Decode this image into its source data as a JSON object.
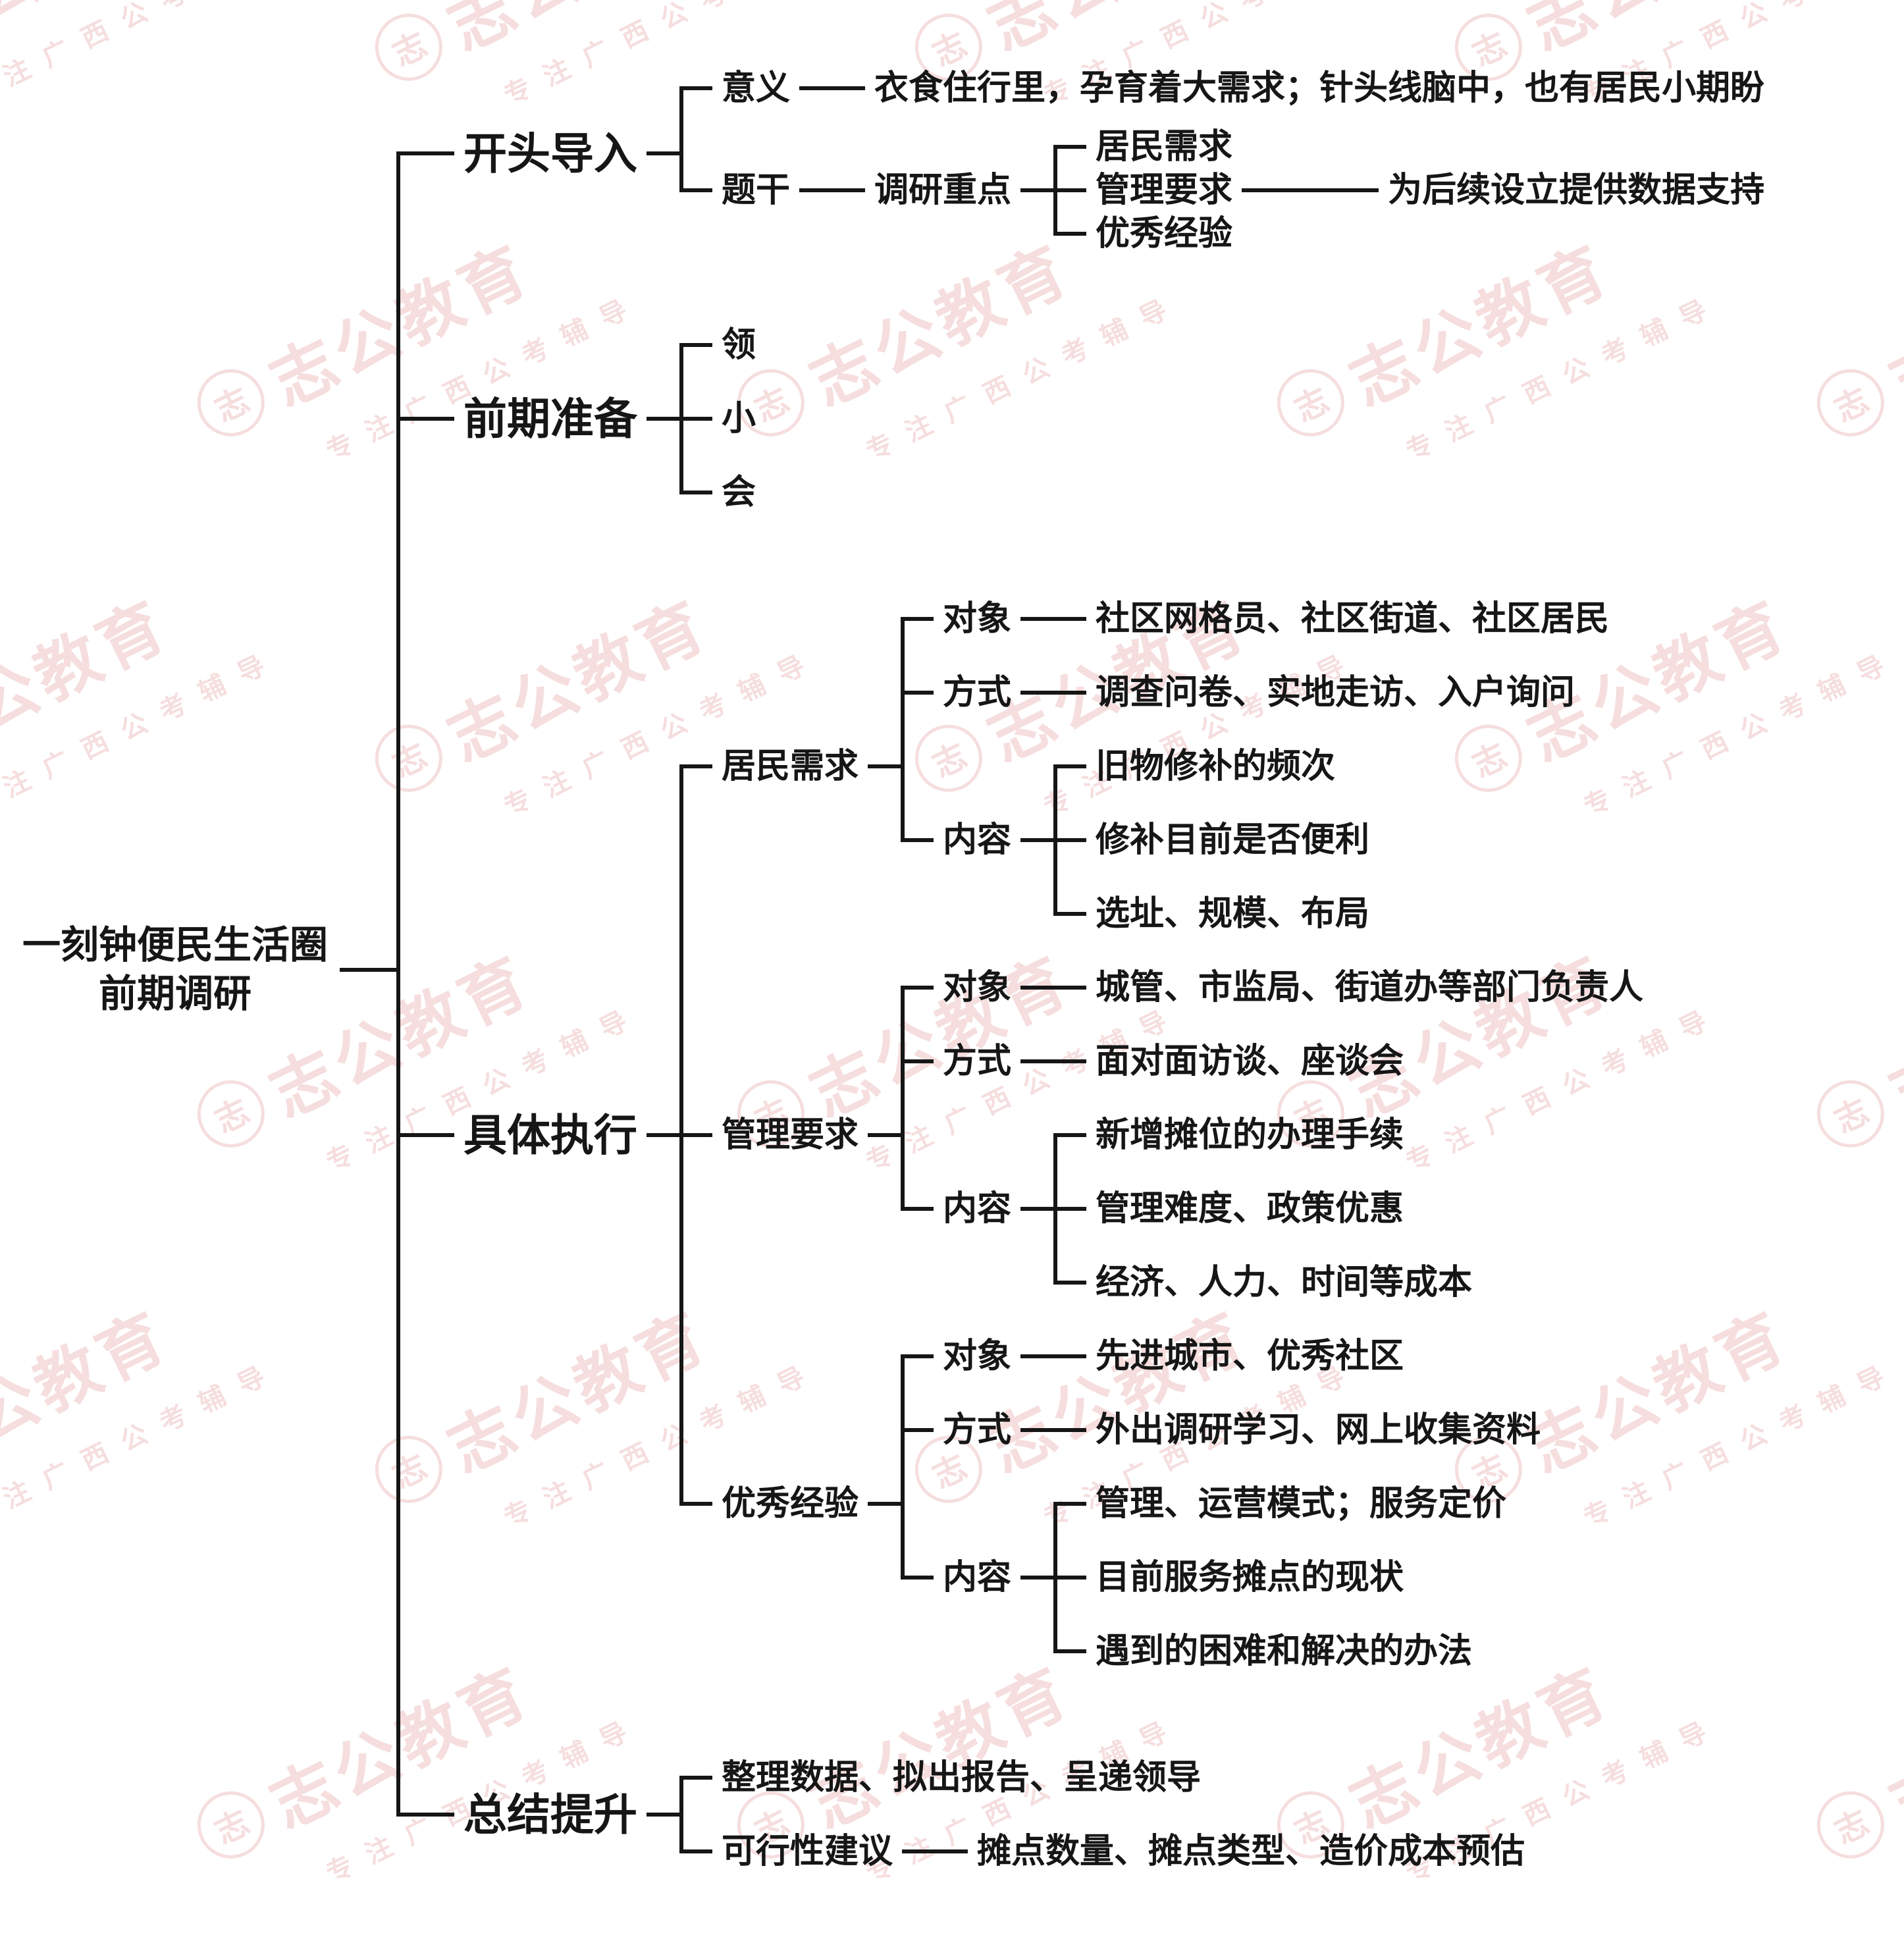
{
  "watermark": {
    "logo_char": "志",
    "brand": "志公教育",
    "tagline": "专注广西公考辅导"
  },
  "tree": {
    "label": "一刻钟便民生活圈\n前期调研",
    "children": [
      {
        "label": "开头导入",
        "children": [
          {
            "label": "意义",
            "children": [
              {
                "label": "衣食住行里，孕育着大需求；针头线脑中，也有居民小期盼"
              }
            ]
          },
          {
            "label": "题干",
            "children": [
              {
                "label": "调研重点",
                "tight": true,
                "children": [
                  {
                    "label": "居民需求"
                  },
                  {
                    "label": "管理要求",
                    "children": [
                      {
                        "label": "为后续设立提供数据支持",
                        "long": true
                      }
                    ]
                  },
                  {
                    "label": "优秀经验"
                  }
                ]
              }
            ]
          }
        ]
      },
      {
        "label": "前期准备",
        "children": [
          {
            "label": "领"
          },
          {
            "label": "小"
          },
          {
            "label": "会"
          }
        ]
      },
      {
        "label": "具体执行",
        "children": [
          {
            "label": "居民需求",
            "children": [
              {
                "label": "对象",
                "children": [
                  {
                    "label": "社区网格员、社区街道、社区居民"
                  }
                ]
              },
              {
                "label": "方式",
                "children": [
                  {
                    "label": "调查问卷、实地走访、入户询问"
                  }
                ]
              },
              {
                "label": "内容",
                "children": [
                  {
                    "label": "旧物修补的频次"
                  },
                  {
                    "label": "修补目前是否便利"
                  },
                  {
                    "label": "选址、规模、布局"
                  }
                ]
              }
            ]
          },
          {
            "label": "管理要求",
            "children": [
              {
                "label": "对象",
                "children": [
                  {
                    "label": "城管、市监局、街道办等部门负责人"
                  }
                ]
              },
              {
                "label": "方式",
                "children": [
                  {
                    "label": "面对面访谈、座谈会"
                  }
                ]
              },
              {
                "label": "内容",
                "children": [
                  {
                    "label": "新增摊位的办理手续"
                  },
                  {
                    "label": "管理难度、政策优惠"
                  },
                  {
                    "label": "经济、人力、时间等成本"
                  }
                ]
              }
            ]
          },
          {
            "label": "优秀经验",
            "children": [
              {
                "label": "对象",
                "children": [
                  {
                    "label": "先进城市、优秀社区"
                  }
                ]
              },
              {
                "label": "方式",
                "children": [
                  {
                    "label": "外出调研学习、网上收集资料"
                  }
                ]
              },
              {
                "label": "内容",
                "children": [
                  {
                    "label": "管理、运营模式；服务定价"
                  },
                  {
                    "label": "目前服务摊点的现状"
                  },
                  {
                    "label": "遇到的困难和解决的办法"
                  }
                ]
              }
            ]
          }
        ]
      },
      {
        "label": "总结提升",
        "children": [
          {
            "label": "整理数据、拟出报告、呈递领导"
          },
          {
            "label": "可行性建议",
            "children": [
              {
                "label": "摊点数量、摊点类型、造价成本预估"
              }
            ]
          }
        ]
      }
    ]
  }
}
